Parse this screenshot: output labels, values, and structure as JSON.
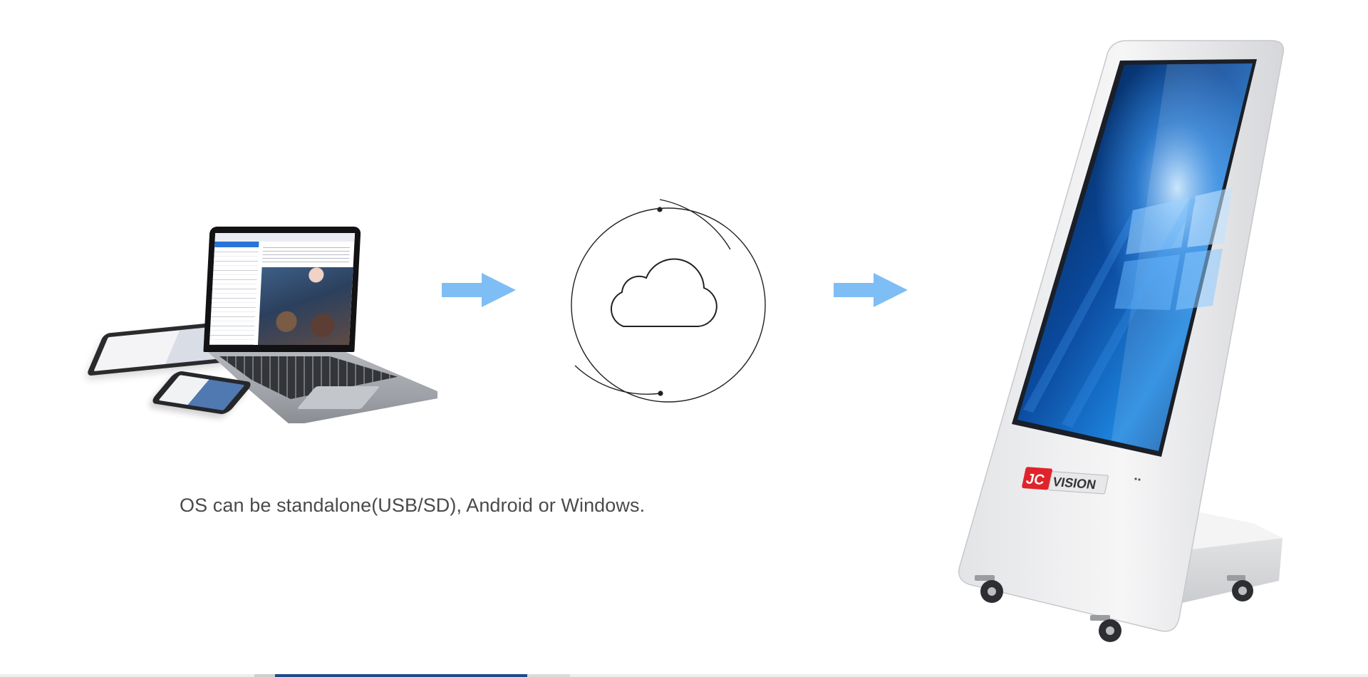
{
  "caption": {
    "text": "OS can be standalone(USB/SD), Android or Windows."
  },
  "kiosk": {
    "brand_prefix": "JC",
    "brand_suffix": "VISION"
  },
  "icons": {
    "devices": "laptop-tablet-phone-image",
    "arrow": "arrow-right-icon",
    "cloud": "cloud-icon",
    "kiosk": "digital-signage-kiosk-image"
  },
  "colors": {
    "arrow": "#7fbdf5",
    "caption_text": "#4a4a4a",
    "line": "#222222",
    "brand_red": "#e0232a",
    "screen_blue": "#0b4a9e"
  }
}
